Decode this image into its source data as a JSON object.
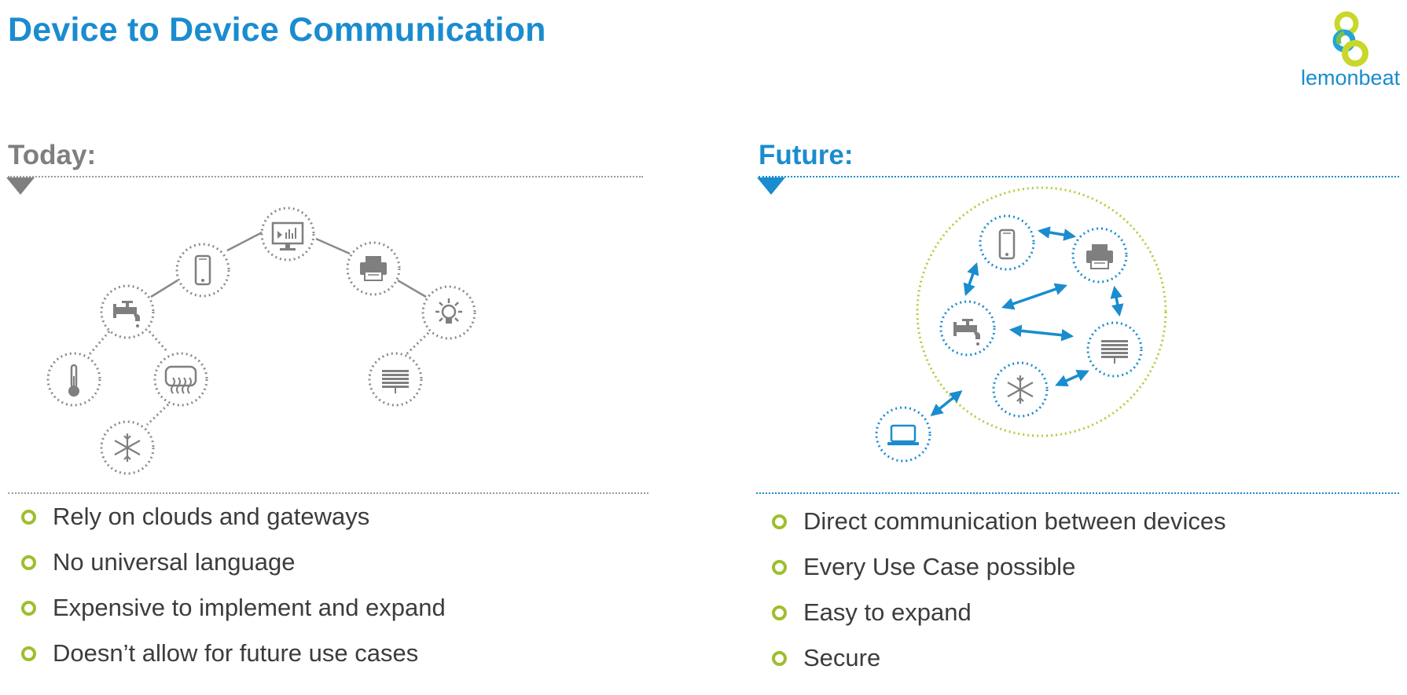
{
  "title": "Device to Device Communication",
  "logo": {
    "text": "lemonbeat"
  },
  "colors": {
    "blue": "#1a8ccf",
    "gray": "#7f7f7f",
    "green": "#b5cc3a"
  },
  "today": {
    "heading": "Today:",
    "bullets": [
      "Rely on clouds and gateways",
      "No universal language",
      "Expensive to implement and expand",
      "Doesn’t allow for future use cases"
    ],
    "devices": [
      "monitor-icon",
      "smartphone-icon",
      "printer-icon",
      "faucet-icon",
      "lightbulb-icon",
      "thermometer-icon",
      "heater-icon",
      "blinds-icon",
      "snowflake-icon"
    ]
  },
  "future": {
    "heading": "Future:",
    "bullets": [
      "Direct communication between devices",
      "Every Use Case possible",
      "Easy to expand",
      "Secure"
    ],
    "devices": [
      "smartphone-icon",
      "printer-icon",
      "faucet-icon",
      "blinds-icon",
      "snowflake-icon",
      "laptop-icon"
    ]
  }
}
